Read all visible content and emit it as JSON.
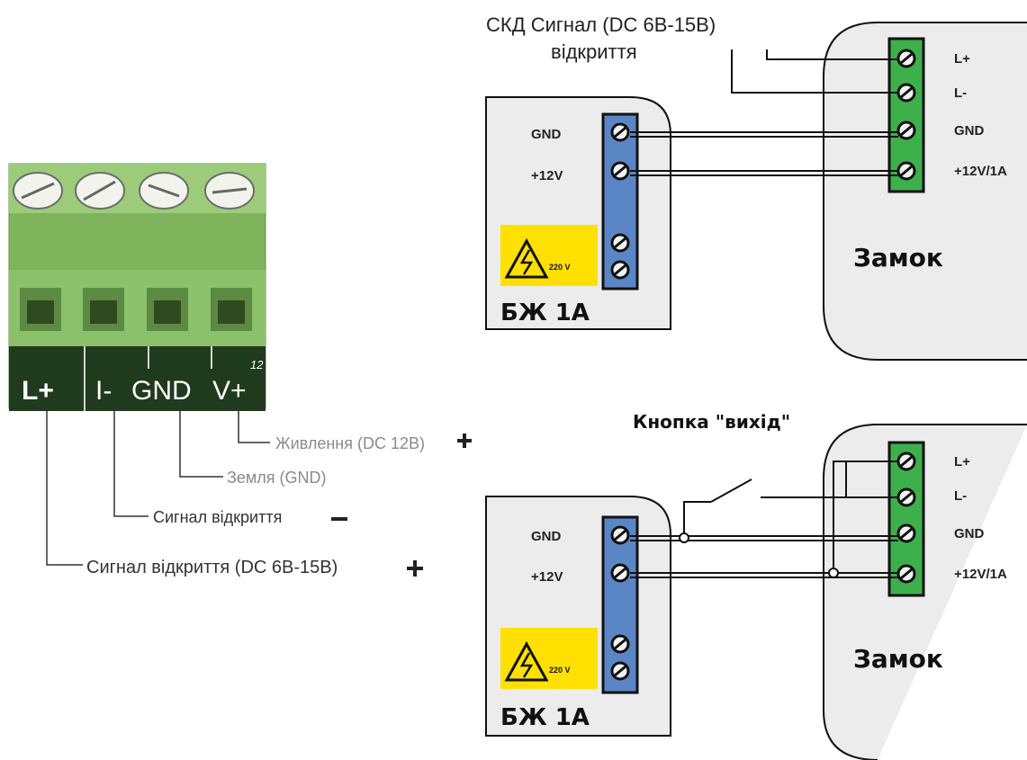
{
  "connector": {
    "pins": [
      "L+",
      "I-",
      "GND",
      "V+"
    ],
    "small_mark": "12",
    "color": "#8cc06a",
    "labels": {
      "power": "Живлення (DC 12В)",
      "ground": "Земля (GND)",
      "open_minus": "Сигнал відкриття",
      "open_plus": "Сигнал відкриття (DC 6В-15В)"
    }
  },
  "top": {
    "title_line1": "СКД Сигнал (DC 6В-15В)",
    "title_line2": "відкриття",
    "psu": {
      "name": "БЖ 1А",
      "gnd": "GND",
      "v12": "+12V",
      "warning": "220 V"
    },
    "lock": {
      "name": "Замок",
      "terminals": [
        "L+",
        "L-",
        "GND",
        "+12V/1A"
      ]
    }
  },
  "bottom": {
    "button_label": "Кнопка \"вихід\"",
    "psu": {
      "name": "БЖ 1А",
      "gnd": "GND",
      "v12": "+12V",
      "warning": "220 V"
    },
    "lock": {
      "name": "Замок",
      "terminals": [
        "L+",
        "L-",
        "GND",
        "+12V/1A"
      ]
    }
  },
  "colors": {
    "panel": "#ececec",
    "terminal_green": "#3db04b",
    "terminal_blue": "#5b86c6",
    "warning_yellow": "#ffe000",
    "line": "#111111"
  }
}
